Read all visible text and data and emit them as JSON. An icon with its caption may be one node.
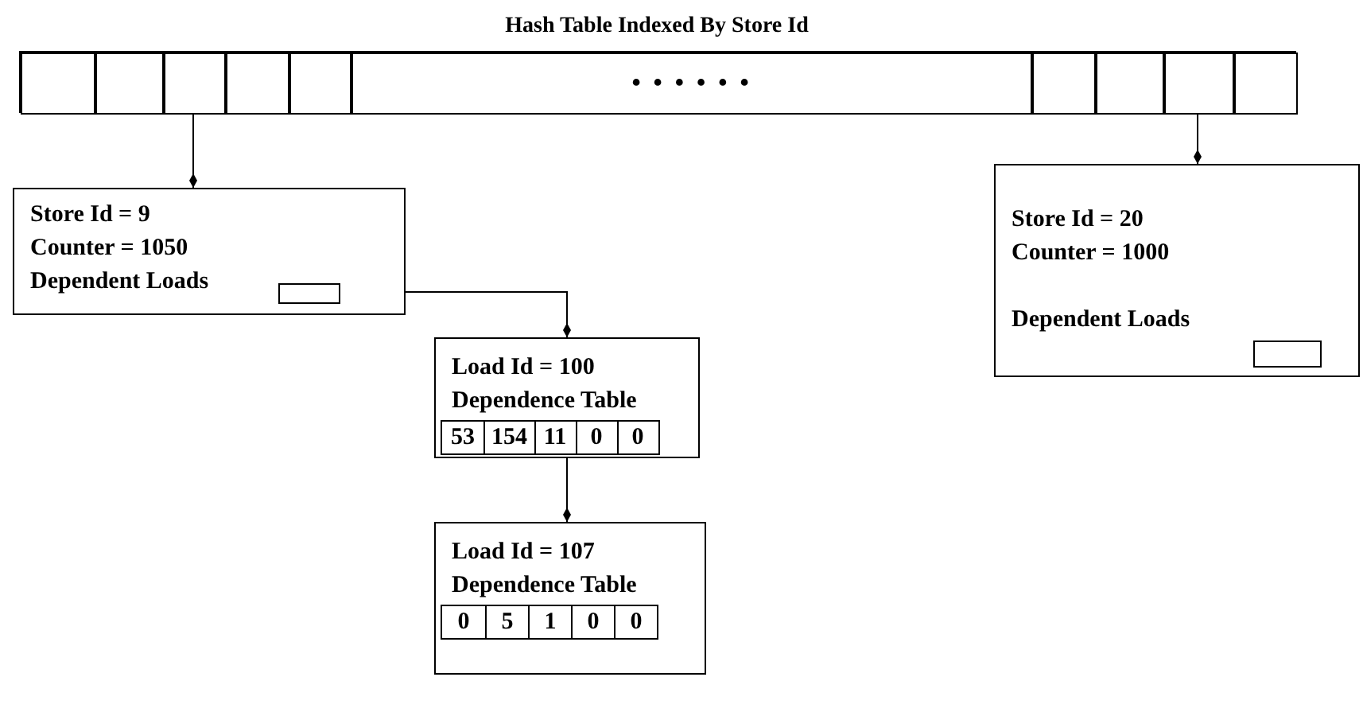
{
  "diagram": {
    "title": "Hash Table Indexed By Store Id",
    "nodes": [
      {
        "text": [],
        "shape": "bar"
      },
      {
        "text": [],
        "shape": "box",
        "in": 0
      },
      {
        "text": [],
        "shape": "box",
        "in": 0
      },
      {
        "text": [],
        "shape": "box",
        "in": 0
      },
      {
        "text": [],
        "shape": "box",
        "in": 0
      },
      {
        "text": [],
        "shape": "box",
        "in": 0
      },
      {
        "text": [
          "• • • • • •"
        ],
        "in": 0
      },
      {
        "text": [],
        "shape": "box",
        "in": 0
      },
      {
        "text": [],
        "shape": "box",
        "in": 0
      },
      {
        "text": [],
        "shape": "box",
        "in": 0
      },
      {
        "text": [],
        "shape": "box",
        "in": 0
      },
      {
        "text": [
          "Store Id = 9",
          "Counter = 1050",
          "Dependent Loads"
        ]
      },
      {
        "text": [],
        "shape": "box",
        "in": 11
      },
      {
        "text": [
          "Load Id = 100",
          "Dependence Table"
        ]
      },
      {
        "text": [
          "Load Id = 107",
          "Dependence Table"
        ]
      },
      {
        "text": [
          "Store Id = 20",
          "Counter = 1000",
          "Dependent Loads"
        ]
      },
      {
        "text": [],
        "shape": "box",
        "in": 15
      }
    ],
    "edges": [
      {
        "from": 3,
        "to": 11,
        "arrow": "other"
      },
      {
        "from": 12,
        "to": 13,
        "arrow": "other"
      },
      {
        "from": 13,
        "to": 14,
        "arrow": "other"
      },
      {
        "from": 9,
        "to": 15,
        "arrow": "other"
      }
    ],
    "labels": [
      "53",
      "154",
      "11",
      "0",
      "0",
      "0",
      "5",
      "1",
      "0",
      "0"
    ]
  }
}
